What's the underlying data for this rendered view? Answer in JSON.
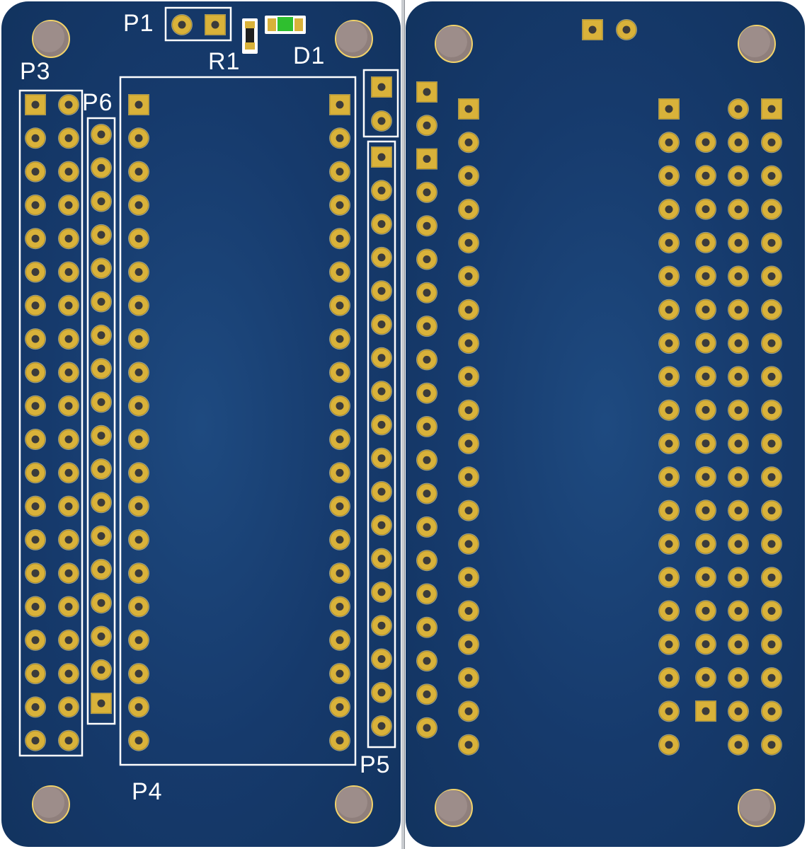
{
  "front": {
    "labels": {
      "p1": "P1",
      "r1": "R1",
      "d1": "D1",
      "p3": "P3",
      "p6": "P6",
      "p4": "P4",
      "p5": "P5"
    },
    "colors": {
      "board": "#163a6c",
      "silkscreen": "#ffffff",
      "copper": "#d9b23a",
      "led": "#2fbf2f"
    }
  },
  "back": {
    "colors": {
      "board": "#163a6c",
      "copper": "#d9b23a"
    }
  }
}
